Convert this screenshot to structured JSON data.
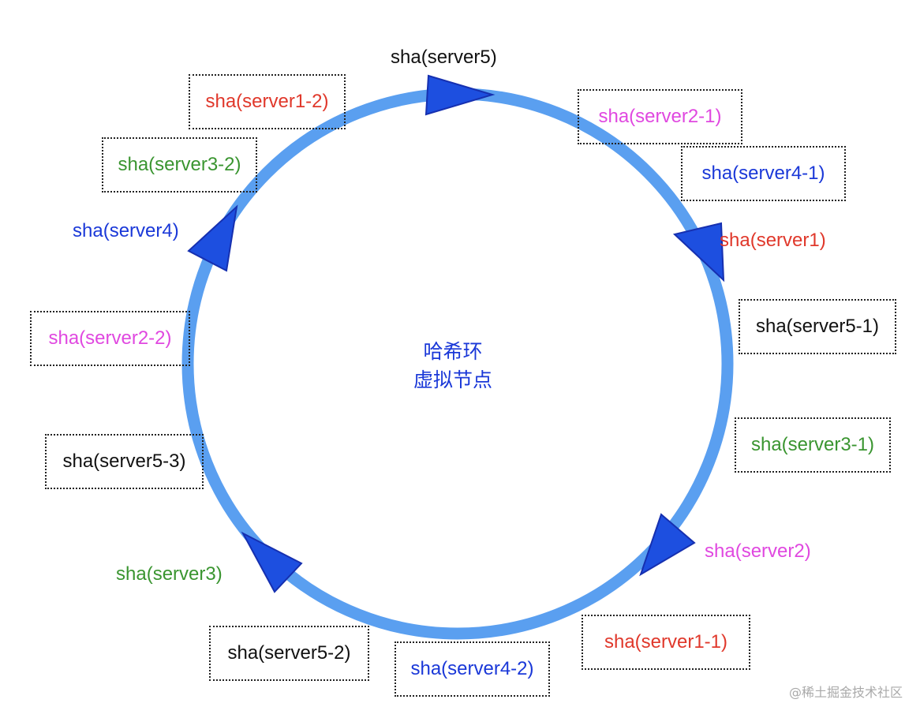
{
  "colors": {
    "ring": "#5a9ff0",
    "arrow_fill": "#1d4fe0",
    "arrow_stroke": "#1630b0",
    "red": "#e0382b",
    "magenta": "#e048e0",
    "blue": "#1a38d8",
    "green": "#3a9530",
    "black": "#111111"
  },
  "nodes": {
    "server5": "sha(server5)",
    "server1": "sha(server1)",
    "server2": "sha(server2)",
    "server3": "sha(server3)",
    "server4": "sha(server4)"
  },
  "virtual_nodes": {
    "server1_2": "sha(server1-2)",
    "server2_1": "sha(server2-1)",
    "server3_2": "sha(server3-2)",
    "server4_1": "sha(server4-1)",
    "server5_1": "sha(server5-1)",
    "server2_2": "sha(server2-2)",
    "server3_1": "sha(server3-1)",
    "server5_3": "sha(server5-3)",
    "server1_1": "sha(server1-1)",
    "server5_2": "sha(server5-2)",
    "server4_2": "sha(server4-2)"
  },
  "center": {
    "line1": "哈希环",
    "line2": "虚拟节点"
  },
  "watermark": "@稀土掘金技术社区"
}
